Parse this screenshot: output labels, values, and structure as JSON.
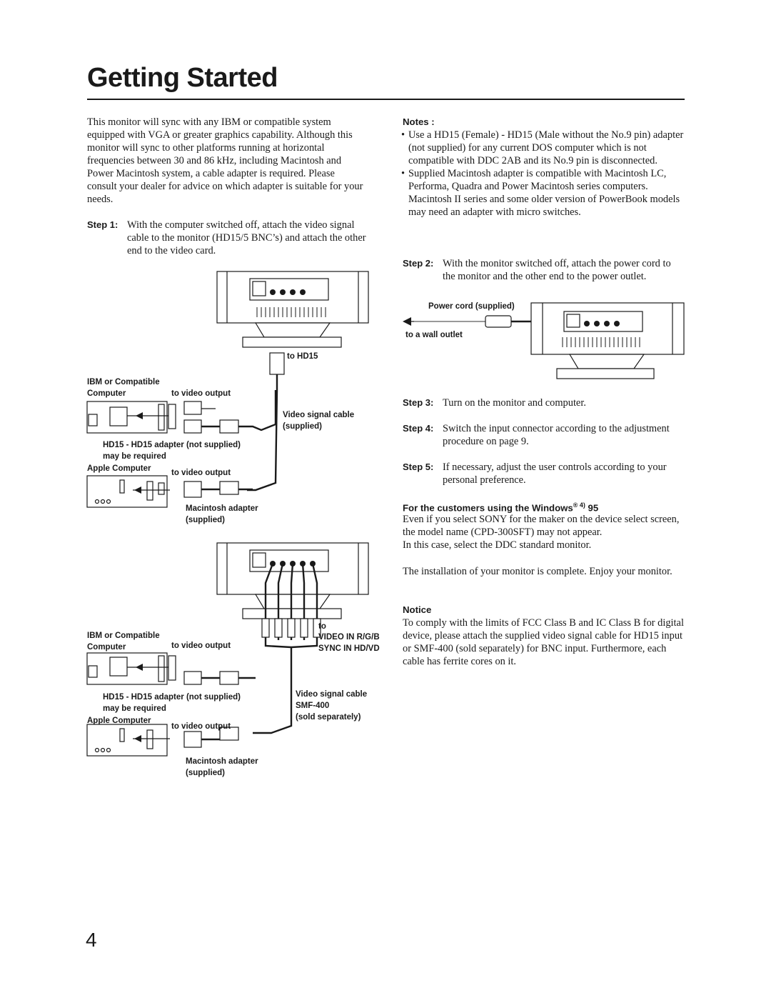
{
  "title": "Getting Started",
  "intro": "This monitor will sync with any IBM or compatible system equipped with VGA or greater graphics capability. Although this monitor will sync to other platforms running at horizontal frequencies between 30 and 86 kHz, including Macintosh and Power Macintosh system, a cable adapter is required. Please consult your dealer for advice on which adapter is suitable for your needs.",
  "steps": [
    {
      "label": "Step 1:",
      "text": "With the computer switched off, attach the video signal cable to the monitor (HD15/5 BNC’s) and attach the other end to the video card."
    },
    {
      "label": "Step 2:",
      "text": "With the monitor switched off, attach the power cord to the monitor and the other end to the power outlet."
    },
    {
      "label": "Step 3:",
      "text": "Turn on the monitor and computer."
    },
    {
      "label": "Step 4:",
      "text": "Switch the input connector according to the adjustment procedure on page 9."
    },
    {
      "label": "Step 5:",
      "text": "If necessary, adjust the user controls according to your personal preference."
    }
  ],
  "notes": {
    "heading": "Notes :",
    "items": [
      "Use a HD15 (Female) - HD15 (Male without the No.9 pin) adapter (not supplied) for any current DOS computer which is not compatible with DDC 2AB and its No.9 pin is disconnected.",
      "Supplied Macintosh adapter is compatible with Macintosh LC, Performa, Quadra and Power Macintosh series computers. Macintosh II series and some older version of PowerBook models may need an adapter with micro switches."
    ]
  },
  "windows_section": {
    "heading_prefix": "For the customers using the Windows",
    "heading_sup": "® 4)",
    "heading_suffix": " 95",
    "para1": "Even if you select SONY for the maker on the device select screen, the model name (CPD-300SFT) may not appear.",
    "para2": "In this case, select the DDC standard monitor.",
    "complete": "The installation of your monitor is complete. Enjoy your monitor."
  },
  "notice": {
    "heading": "Notice",
    "text": "To comply with the limits of FCC Class B and IC Class B for digital device, please attach the supplied video signal cable for HD15 input or SMF-400 (sold separately) for BNC input. Furthermore, each cable has ferrite cores on it."
  },
  "diagram1": {
    "to_hd15": "to HD15",
    "ibm_line1": "IBM or Compatible",
    "ibm_line2": "Computer",
    "to_video_output": "to video output",
    "video_cable_line1": "Video signal cable",
    "video_cable_line2": "(supplied)",
    "adapter_line1": "HD15 - HD15 adapter  (not supplied)",
    "adapter_line2": "may be required",
    "apple": "Apple Computer",
    "to_video_output2": "to video output",
    "mac_adapter_line1": "Macintosh adapter",
    "mac_adapter_line2": "(supplied)"
  },
  "diagram2": {
    "to": "to",
    "video_in": "VIDEO IN R/G/B",
    "sync_in": "SYNC IN HD/VD",
    "ibm_line1": "IBM or Compatible",
    "ibm_line2": "Computer",
    "to_video_output": "to video output",
    "cable_line1": "Video signal cable",
    "cable_line2": "SMF-400",
    "cable_line3": "(sold separately)",
    "adapter_line1": "HD15 - HD15 adapter  (not supplied)",
    "adapter_line2": "may be required",
    "apple": "Apple Computer",
    "to_video_output2": "to video output",
    "mac_adapter_line1": "Macintosh adapter",
    "mac_adapter_line2": "(supplied)"
  },
  "power_diagram": {
    "power_cord": "Power cord (supplied)",
    "wall_outlet": "to a wall outlet"
  },
  "page_number": "4"
}
